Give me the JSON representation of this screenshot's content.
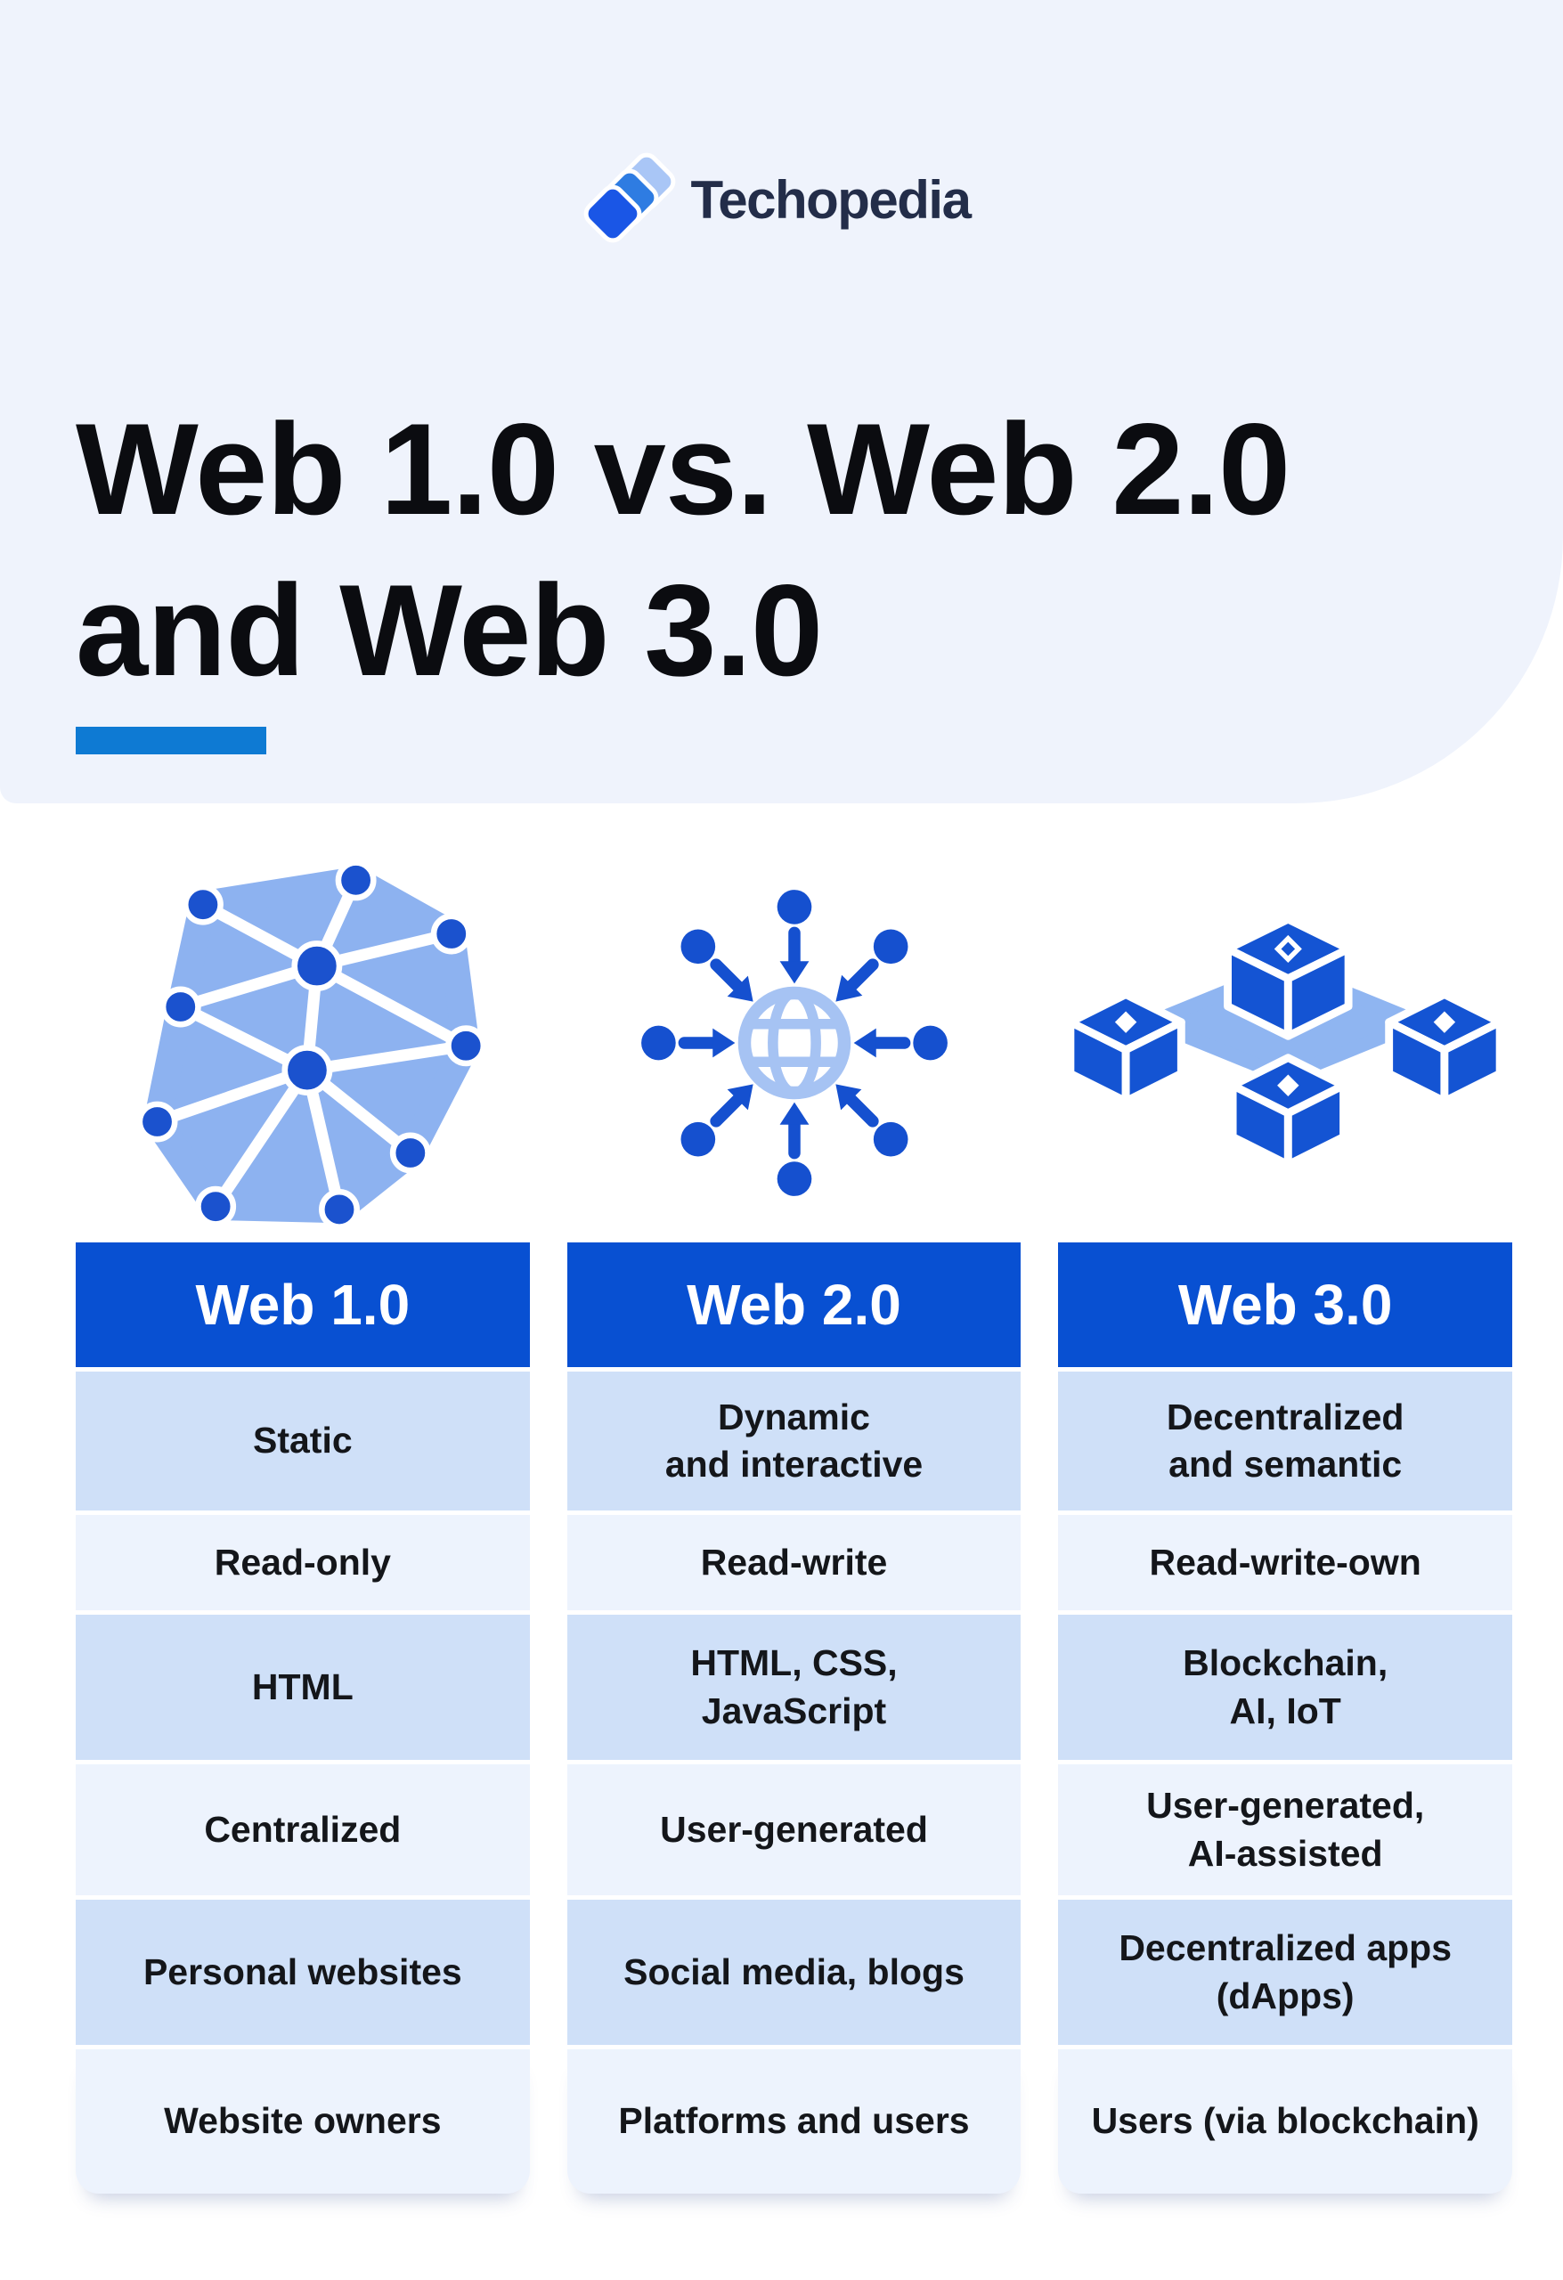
{
  "brand": {
    "name": "Techopedia",
    "logo_icon": "techopedia-diamonds-logo"
  },
  "title": {
    "line1": "Web 1.0 vs. Web 2.0",
    "line2": "and Web 3.0"
  },
  "colors": {
    "hero_background": "#eff3fc",
    "page_background": "#ffffff",
    "accent_bar": "#0e7ad3",
    "column_header_blue": "#0850d2",
    "row_dark": "#cfe0f8",
    "row_light": "#edf3fd",
    "icon_dark_blue": "#1550cf",
    "icon_node_blue": "#1b52ce",
    "icon_cube_blue": "#1454d3",
    "icon_light_blue": "#8fb5f1",
    "globe_light_blue": "#a6c3f3",
    "wordmark": "#232d49",
    "title_text": "#0b0c10"
  },
  "columns": [
    {
      "header": "Web 1.0",
      "icon": "mesh-network-icon",
      "rows": [
        "Static",
        "Read-only",
        "HTML",
        "Centralized",
        "Personal websites",
        "Website owners"
      ]
    },
    {
      "header": "Web 2.0",
      "icon": "centralized-globe-icon",
      "rows": [
        "Dynamic\nand interactive",
        "Read-write",
        "HTML, CSS,\nJavaScript",
        "User-generated",
        "Social media, blogs",
        "Platforms and users"
      ]
    },
    {
      "header": "Web 3.0",
      "icon": "blockchain-cubes-icon",
      "rows": [
        "Decentralized\nand semantic",
        "Read-write-own",
        "Blockchain,\nAI, IoT",
        "User-generated,\nAI-assisted",
        "Decentralized apps\n(dApps)",
        "Users (via blockchain)"
      ]
    }
  ]
}
